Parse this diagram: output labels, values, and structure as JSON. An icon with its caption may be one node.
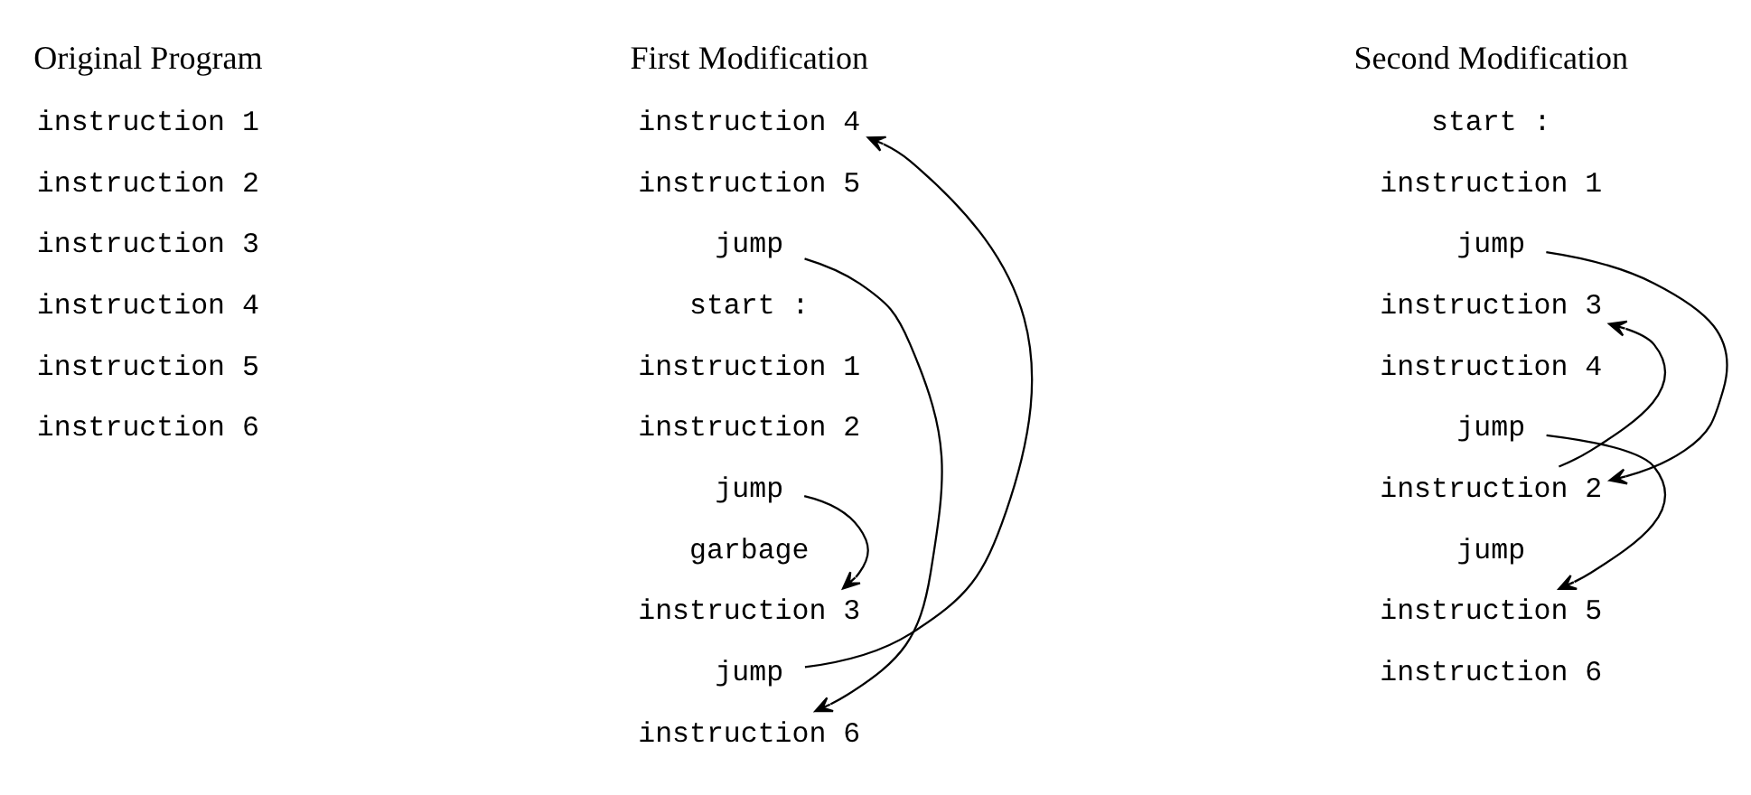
{
  "diagram": {
    "nodes": [
      {
        "text": [
          "instruction 1"
        ]
      },
      {
        "text": [
          "instruction 2"
        ]
      },
      {
        "text": [
          "instruction 3"
        ]
      },
      {
        "text": [
          "instruction 4"
        ]
      },
      {
        "text": [
          "instruction 5"
        ]
      },
      {
        "text": [
          "instruction 6"
        ]
      },
      {
        "text": [
          "instruction 4"
        ]
      },
      {
        "text": [
          "instruction 5"
        ]
      },
      {
        "text": [
          "jump"
        ]
      },
      {
        "text": [
          "start :"
        ]
      },
      {
        "text": [
          "instruction 1"
        ]
      },
      {
        "text": [
          "instruction 2"
        ]
      },
      {
        "text": [
          "jump"
        ]
      },
      {
        "text": [
          "garbage"
        ]
      },
      {
        "text": [
          "instruction 3"
        ]
      },
      {
        "text": [
          "jump"
        ]
      },
      {
        "text": [
          "instruction 6"
        ]
      },
      {
        "text": [
          "start :"
        ]
      },
      {
        "text": [
          "instruction 1"
        ]
      },
      {
        "text": [
          "jump"
        ]
      },
      {
        "text": [
          "instruction 3"
        ]
      },
      {
        "text": [
          "instruction 4"
        ]
      },
      {
        "text": [
          "jump"
        ]
      },
      {
        "text": [
          "instruction 2"
        ]
      },
      {
        "text": [
          "jump"
        ]
      },
      {
        "text": [
          "instruction 5"
        ]
      },
      {
        "text": [
          "instruction 6"
        ]
      }
    ],
    "edges": [
      {
        "from": 15,
        "to": 6,
        "arrow": "to"
      },
      {
        "from": 8,
        "to": 16,
        "arrow": "to"
      },
      {
        "from": 12,
        "to": 14,
        "arrow": "to"
      },
      {
        "from": 23,
        "to": 20,
        "arrow": "to"
      },
      {
        "from": 19,
        "to": 23,
        "arrow": "to"
      },
      {
        "from": 22,
        "to": 25,
        "arrow": "to"
      }
    ],
    "labels": [
      "Original Program",
      "First Modification",
      "Second Modification"
    ]
  }
}
